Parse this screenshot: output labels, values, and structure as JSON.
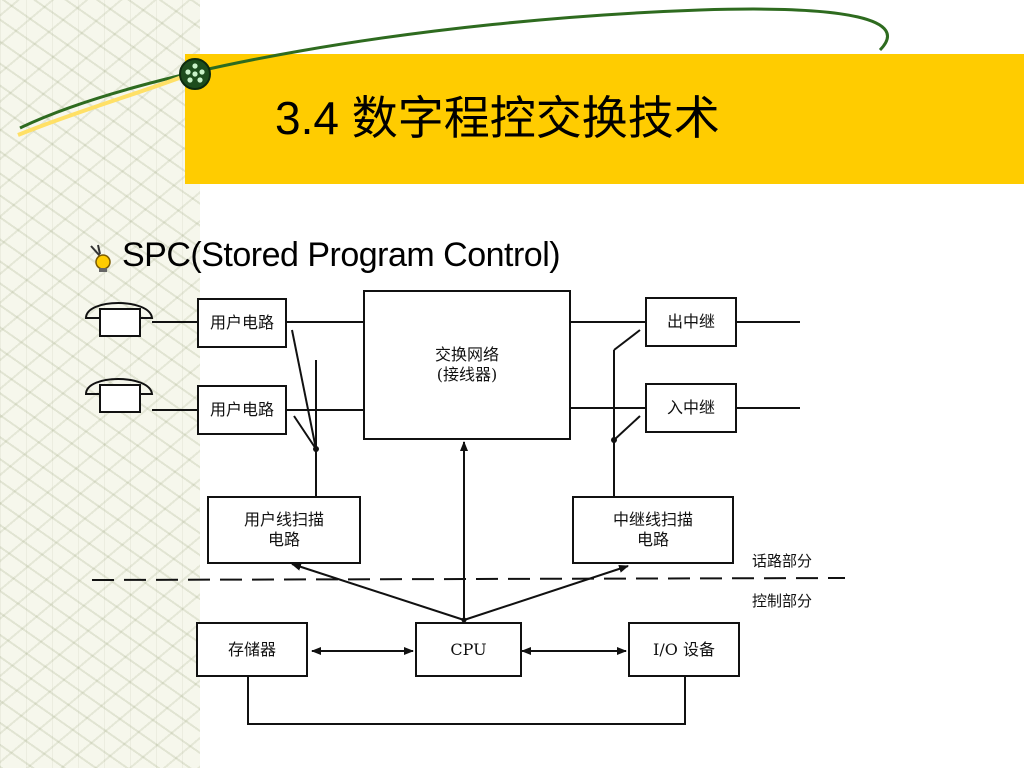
{
  "slide": {
    "title": "3.4 数字程控交换技术",
    "bullet": "SPC(Stored Program Control)"
  },
  "colors": {
    "title_band": "#ffcc00",
    "swoosh": "#2e6b1f",
    "background": "#ffffff",
    "line": "#111111"
  },
  "diagram": {
    "blocks": {
      "subscriber_circuit_1": "用户电路",
      "subscriber_circuit_2": "用户电路",
      "switching_network": "交换网络\n(接线器)",
      "outgoing_trunk": "出中继",
      "incoming_trunk": "入中继",
      "subscriber_scan": "用户线扫描\n电路",
      "trunk_scan": "中继线扫描\n电路",
      "memory": "存储器",
      "cpu": "CPU",
      "io_device": "I/O 设备"
    },
    "section_labels": {
      "speech_part": "话路部分",
      "control_part": "控制部分"
    }
  }
}
